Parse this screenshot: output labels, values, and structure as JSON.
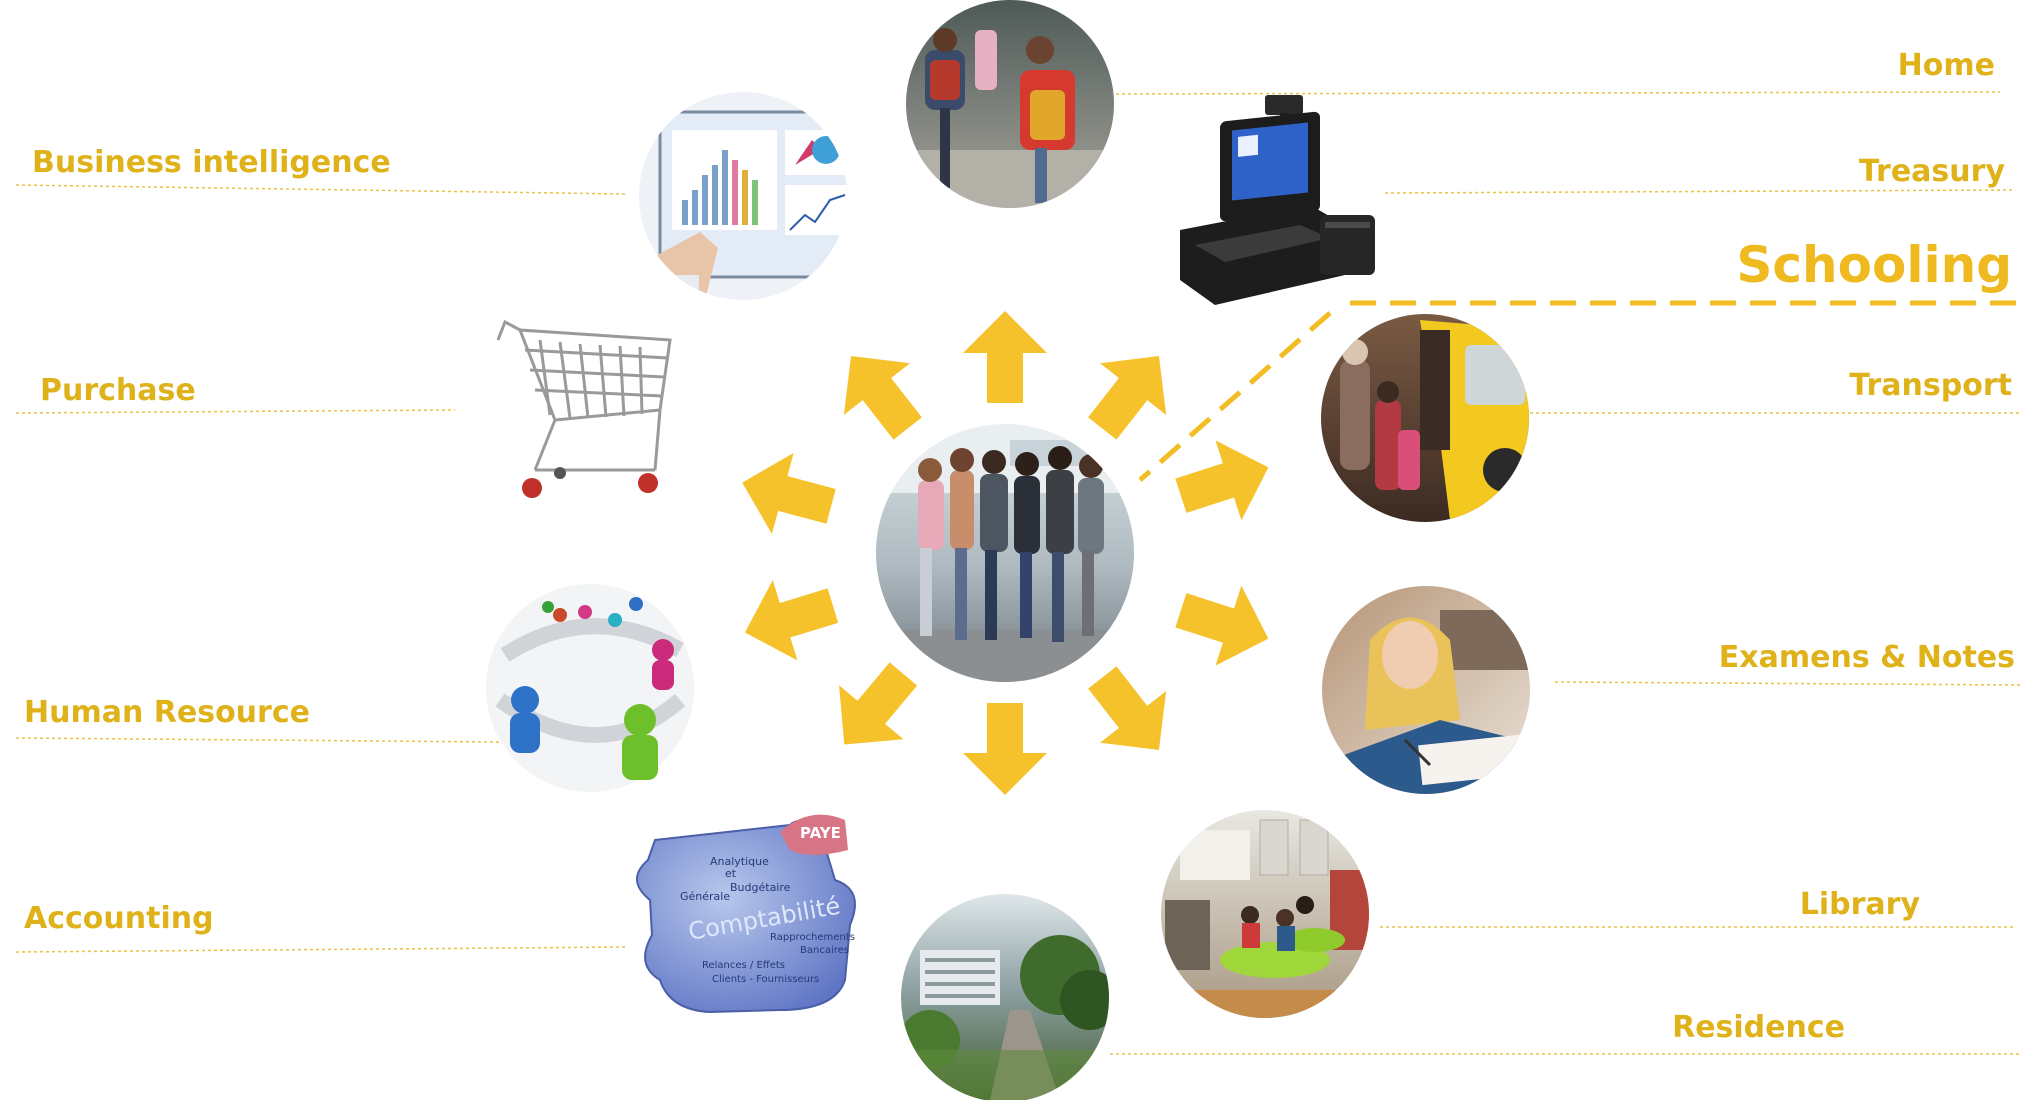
{
  "center": {
    "label": "",
    "icon": "students-running-photo"
  },
  "highlight": {
    "label": "Schooling",
    "color": "#efb920"
  },
  "modules_left": [
    {
      "label": "Business intelligence",
      "icon": "dashboard-charts-photo"
    },
    {
      "label": "Purchase",
      "icon": "shopping-cart-photo"
    },
    {
      "label": "Human Resource",
      "icon": "people-network-photo"
    },
    {
      "label": "Accounting",
      "icon": "accounting-puzzle-photo"
    }
  ],
  "modules_right": [
    {
      "label": "Home",
      "icon": "students-backpacks-photo"
    },
    {
      "label": "Treasury",
      "icon": "cash-register-photo"
    },
    {
      "label": "Transport",
      "icon": "school-bus-photo"
    },
    {
      "label": "Examens & Notes",
      "icon": "student-exam-photo"
    },
    {
      "label": "Library",
      "icon": "library-photo"
    },
    {
      "label": "Residence",
      "icon": "campus-building-photo"
    }
  ],
  "puzzle_text": {
    "words": [
      "PAYE",
      "Analytique",
      "et",
      "Budgétaire",
      "Générale",
      "Comptabilité",
      "Rapprochements",
      "Bancaires",
      "Relances / Effets",
      "Clients - Fournisseurs"
    ]
  },
  "colors": {
    "accent": "#f6c22b",
    "label": "#dfb21a",
    "leader_line": "#e8c240"
  }
}
